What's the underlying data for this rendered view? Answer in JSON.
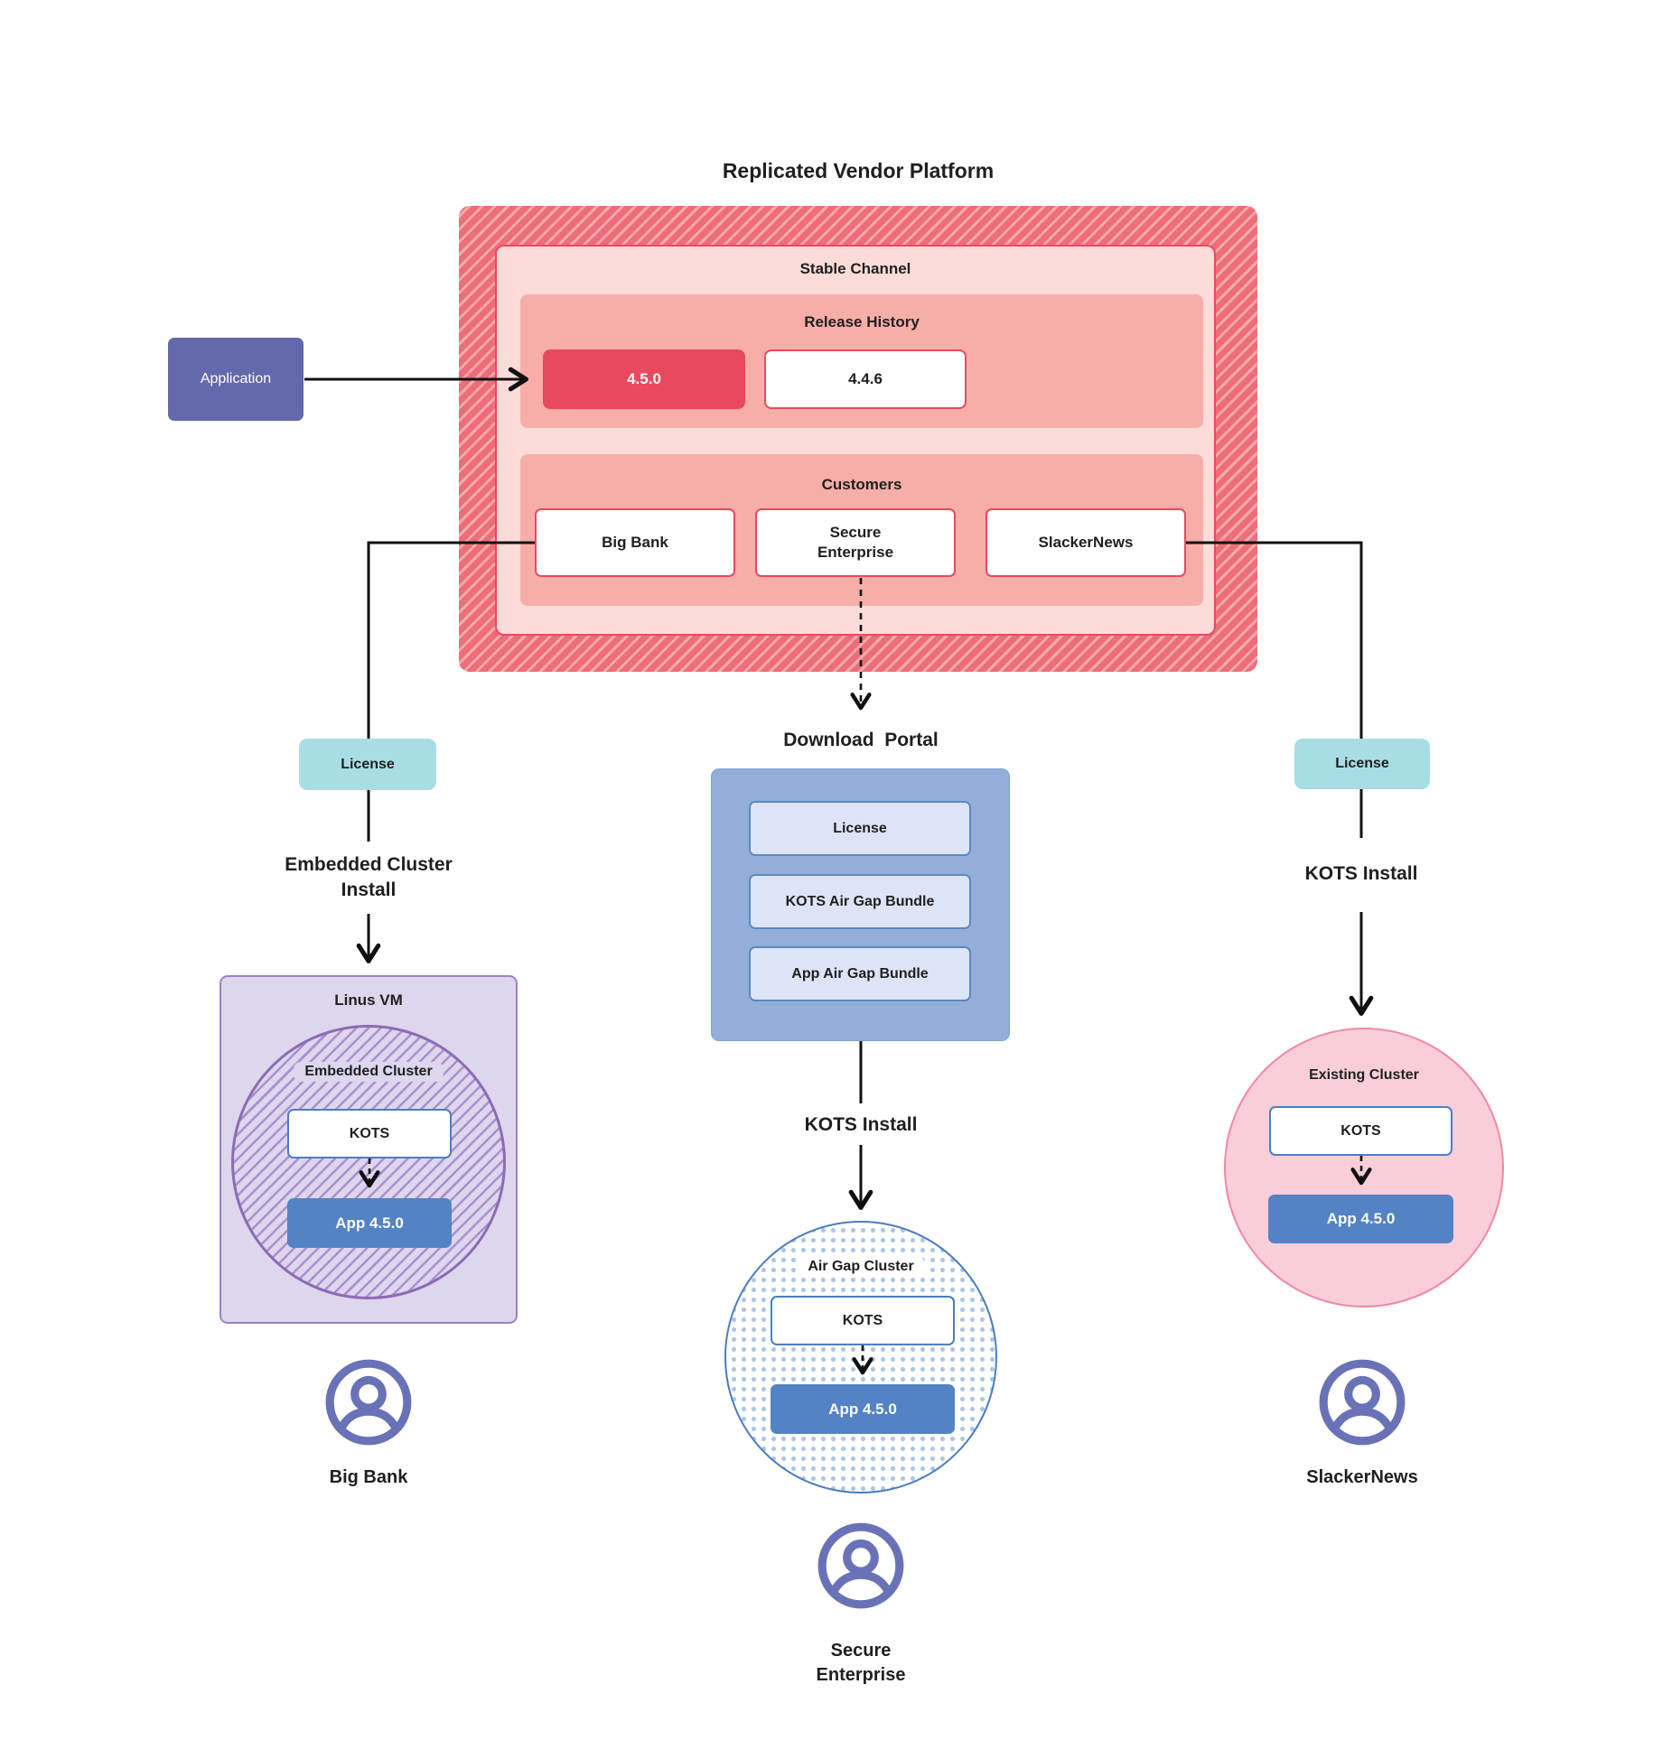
{
  "title": "Replicated Vendor Platform",
  "application": {
    "label": "Application"
  },
  "platform": {
    "stable_channel_label": "Stable Channel",
    "release_history_label": "Release History",
    "releases": [
      "4.5.0",
      "4.4.6"
    ],
    "customers_label": "Customers",
    "customers": [
      "Big Bank",
      "Secure Enterprise",
      "SlackerNews"
    ]
  },
  "left_flow": {
    "license_label": "License",
    "install_label": "Embedded Cluster Install",
    "vm_label": "Linus VM",
    "cluster_label": "Embedded Cluster",
    "kots_label": "KOTS",
    "app_label": "App 4.5.0",
    "user_label": "Big Bank"
  },
  "middle_flow": {
    "portal_label": "Download  Portal",
    "portal_items": [
      "License",
      "KOTS Air Gap Bundle",
      "App Air Gap Bundle"
    ],
    "install_label": "KOTS Install",
    "cluster_label": "Air Gap Cluster",
    "kots_label": "KOTS",
    "app_label": "App 4.5.0",
    "user_label": "Secure Enterprise"
  },
  "right_flow": {
    "license_label": "License",
    "install_label": "KOTS Install",
    "cluster_label": "Existing Cluster",
    "kots_label": "KOTS",
    "app_label": "App 4.5.0",
    "user_label": "SlackerNews"
  },
  "colors": {
    "stripe_dark": "#ee6d78",
    "stripe_light": "#f7a9af",
    "stable_fill": "#fcdcd8",
    "stable_border": "#ee4760",
    "salmon": "#f7aea8",
    "release_red": "#e9485e",
    "application_purple": "#6468ad",
    "license_teal": "#a9dde6",
    "vm_lavender": "#ded6ed",
    "vm_border": "#9b82c5",
    "embedded_circle_border": "#8c6cb5",
    "embedded_hatch": "#a98fd1",
    "portal_blue": "#93aed9",
    "portal_item_fill": "#dee4f7",
    "portal_item_border": "#5b88c4",
    "kots_border": "#4a7fc1",
    "app_blue": "#5383c4",
    "airgap_border": "#4a7cc0",
    "airgap_dots": "#adc6e5",
    "existing_fill": "#f9ced9",
    "existing_border": "#f187a5",
    "user_icon": "#6a72b7",
    "connector": "#101010"
  }
}
